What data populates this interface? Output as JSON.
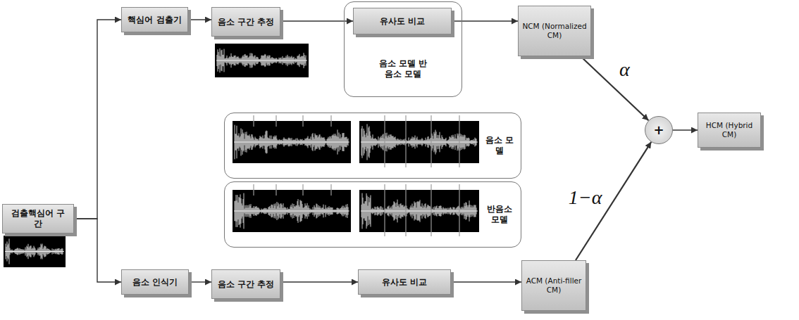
{
  "diagram": {
    "nodes": [
      {
        "text": [
          "검출핵심어 구간"
        ]
      },
      {
        "text": [
          "핵심어 검출기"
        ]
      },
      {
        "text": [
          "음소 구간 추정"
        ]
      },
      {
        "text": [
          "음소 모델 반음소 모델"
        ]
      },
      {
        "text": [
          "유사도 비교"
        ],
        "in": 3
      },
      {
        "text": [
          "NCM (Normalized CM)"
        ]
      },
      {
        "text": [
          "음소 모델"
        ]
      },
      {
        "text": [
          "반음소 모델"
        ]
      },
      {
        "text": [
          "음소 인식기"
        ]
      },
      {
        "text": [
          "음소 구간 추정"
        ]
      },
      {
        "text": [
          "유사도 비교"
        ]
      },
      {
        "text": [
          "ACM (Anti-filler CM)"
        ]
      },
      {
        "text": [
          "+"
        ]
      },
      {
        "text": [
          "HCM (Hybrid CM)"
        ]
      }
    ],
    "edges": [
      {
        "from": 0,
        "to": 1,
        "arrow": "to"
      },
      {
        "from": 0,
        "to": 8,
        "arrow": "to"
      },
      {
        "from": 1,
        "to": 2,
        "arrow": "to"
      },
      {
        "from": 2,
        "to": 4,
        "arrow": "to"
      },
      {
        "from": 4,
        "to": 5,
        "arrow": "to"
      },
      {
        "from": 8,
        "to": 9,
        "arrow": "to"
      },
      {
        "from": 9,
        "to": 10,
        "arrow": "to"
      },
      {
        "from": 10,
        "to": 11,
        "arrow": "to"
      },
      {
        "from": 5,
        "to": 12,
        "label": "α",
        "arrow": "to"
      },
      {
        "from": 11,
        "to": 12,
        "label": "1−α",
        "arrow": "to"
      },
      {
        "from": 12,
        "to": 13,
        "arrow": "to"
      }
    ]
  }
}
